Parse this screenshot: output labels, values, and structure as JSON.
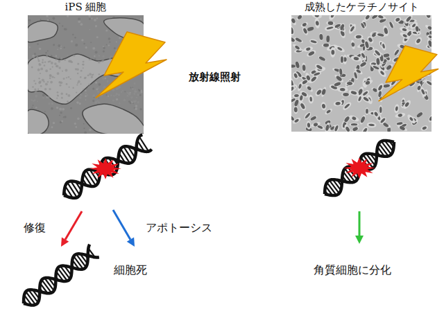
{
  "diagram": {
    "nodes": [
      {
        "text": [
          "iPS 細胞"
        ]
      },
      {
        "text": [
          "成熟したケラチノサイト"
        ]
      }
    ],
    "labels": [
      "放射線照射",
      "修復",
      "アポトーシス",
      "細胞死",
      "角質細胞に分化"
    ]
  }
}
